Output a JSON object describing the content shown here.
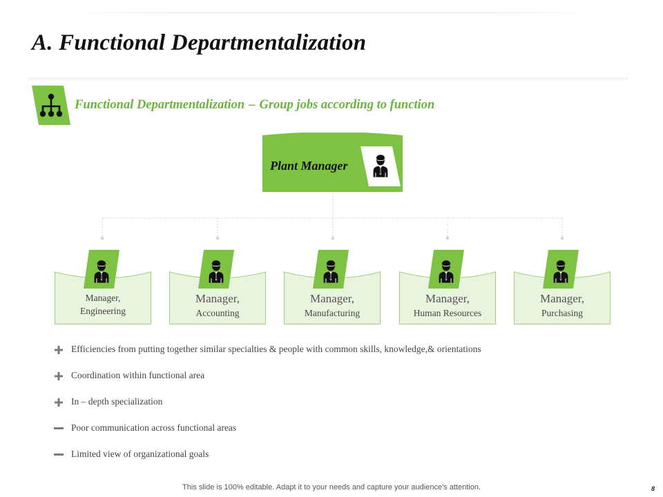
{
  "slide": {
    "title": "A. Functional Departmentalization",
    "subtitle_term": "Functional Departmentalization",
    "subtitle_sep": "–",
    "subtitle_desc": "Group jobs according to function",
    "footer": "This slide is 100% editable. Adapt it to your needs and capture your audience's attention.",
    "page_number": "8"
  },
  "colors": {
    "accent_green": "#7dc242",
    "light_green_fill": "#e8f4dd",
    "light_green_border": "#9fd17a",
    "subtitle_green": "#6cb33f"
  },
  "chart": {
    "root": {
      "label": "Plant Manager",
      "icon": "manager-person-icon"
    },
    "children": [
      {
        "line1": "Manager,",
        "line2": "Engineering",
        "icon": "manager-person-icon"
      },
      {
        "line1": "Manager,",
        "line2": "Accounting",
        "icon": "manager-person-icon"
      },
      {
        "line1": "Manager,",
        "line2": "Manufacturing",
        "icon": "manager-person-icon"
      },
      {
        "line1": "Manager,",
        "line2": "Human Resources",
        "icon": "manager-person-icon"
      },
      {
        "line1": "Manager,",
        "line2": "Purchasing",
        "icon": "manager-person-icon"
      }
    ]
  },
  "points": [
    {
      "symbol": "plus",
      "text": "Efficiencies from putting together similar specialties & people with common skills, knowledge,& orientations"
    },
    {
      "symbol": "plus",
      "text": "Coordination within functional area"
    },
    {
      "symbol": "plus",
      "text": "In – depth specialization"
    },
    {
      "symbol": "minus",
      "text": "Poor communication across functional areas"
    },
    {
      "symbol": "minus",
      "text": "Limited view of organizational goals"
    }
  ]
}
